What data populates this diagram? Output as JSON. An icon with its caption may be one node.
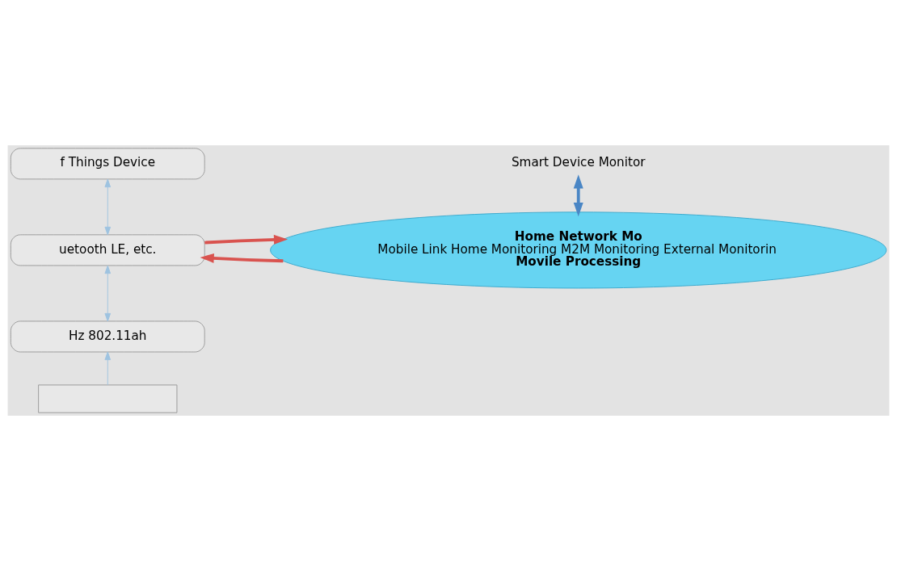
{
  "diagram": {
    "nodes": [
      {
        "text": [
          "f Things Device"
        ]
      },
      {
        "text": [
          "uetooth LE, etc."
        ]
      },
      {
        "text": [
          "Hz 802.11ah"
        ]
      },
      {
        "text": [],
        "shape": "box"
      },
      {
        "text": [
          "Smart Device Monitor"
        ]
      },
      {
        "text": [
          "Home Network Mo",
          "Mobile Link Home Monitoring M2M Monitoring External Monitorin",
          "Movile Processing"
        ]
      }
    ],
    "edges": [
      {
        "from": 0,
        "to": 1,
        "arrow": "both"
      },
      {
        "from": 1,
        "to": 2,
        "arrow": "both"
      },
      {
        "from": 3,
        "to": 2,
        "arrow": "to"
      },
      {
        "from": 4,
        "to": 5,
        "arrow": "both",
        "style": "thick",
        "color": "#4a86c5"
      },
      {
        "from": 5,
        "to": 1,
        "arrow": "to",
        "style": "thick",
        "color": "#d9534f"
      },
      {
        "from": 1,
        "to": 5,
        "arrow": "to",
        "style": "thick",
        "color": "#d9534f"
      }
    ]
  }
}
